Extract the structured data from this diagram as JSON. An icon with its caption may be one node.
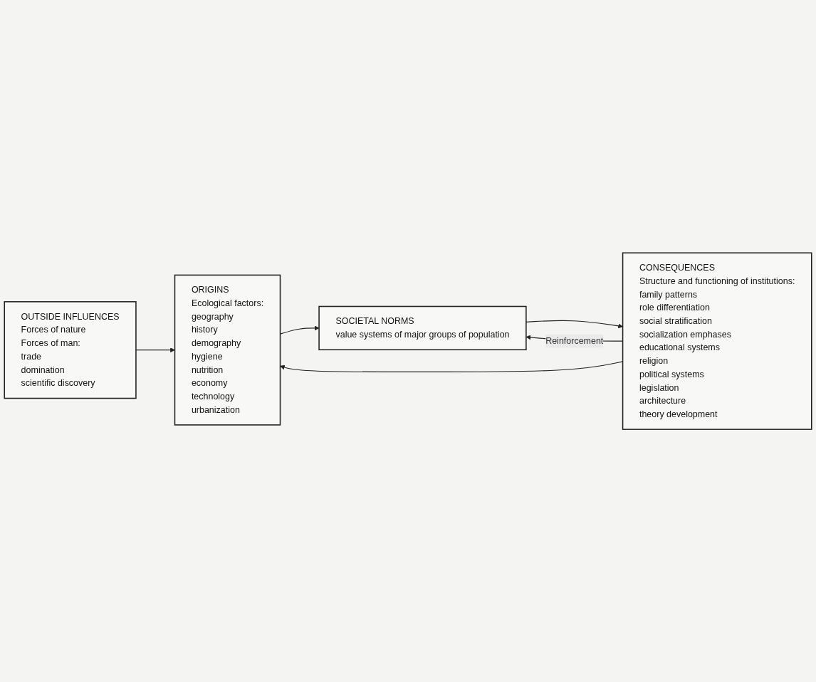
{
  "diagram": {
    "nodes": [
      {
        "text": [
          "OUTSIDE INFLUENCES",
          "Forces of nature",
          "Forces of man:",
          "trade",
          "domination",
          "scientific discovery"
        ]
      },
      {
        "text": [
          "ORIGINS",
          "Ecological factors:",
          "geography",
          "history",
          "demography",
          "hygiene",
          "nutrition",
          "economy",
          "technology",
          "urbanization"
        ]
      },
      {
        "text": [
          "SOCIETAL NORMS",
          "value systems of major groups of population"
        ]
      },
      {
        "text": [
          "CONSEQUENCES",
          "Structure and functioning of institutions:",
          "family patterns",
          "role differentiation",
          "social stratification",
          "socialization emphases",
          "educational systems",
          "religion",
          "political systems",
          "legislation",
          "architecture",
          "theory development"
        ]
      }
    ],
    "edges": [
      {
        "from": 0,
        "to": 1,
        "arrow": "to"
      },
      {
        "from": 1,
        "to": 2,
        "arrow": "to"
      },
      {
        "from": 2,
        "to": 3,
        "arrow": "to"
      },
      {
        "from": 3,
        "to": 1,
        "arrow": "to"
      },
      {
        "from": 3,
        "to": 2,
        "arrow": "to",
        "label": "Reinforcement"
      }
    ]
  }
}
